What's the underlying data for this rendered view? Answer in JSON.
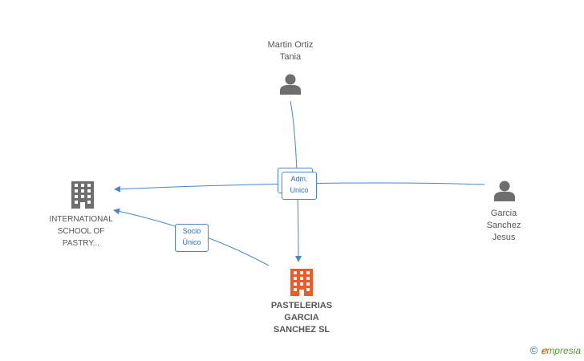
{
  "nodes": {
    "martin": {
      "line1": "Martin Ortiz",
      "line2": "Tania",
      "type": "person"
    },
    "garcia": {
      "line1": "Garcia",
      "line2": "Sanchez",
      "line3": "Jesus",
      "type": "person"
    },
    "international": {
      "line1": "INTERNATIONAL",
      "line2": "SCHOOL OF",
      "line3": "PASTRY...",
      "type": "company"
    },
    "pastelerias": {
      "line1": "PASTELERIAS",
      "line2": "GARCIA",
      "line3": "SANCHEZ SL",
      "type": "company-main"
    }
  },
  "edges": {
    "adm": {
      "line1": "Adm.",
      "line2": "Unico"
    },
    "socio": {
      "line1": "Socio",
      "line2": "Único"
    }
  },
  "colors": {
    "edge": "#4a86c8",
    "person_icon": "#6e6e6e",
    "company_icon": "#6e6e6e",
    "main_company_icon": "#f05a28"
  },
  "watermark": {
    "copyright": "©",
    "brand_first": "ℯ",
    "brand_rest": "mpresia"
  }
}
